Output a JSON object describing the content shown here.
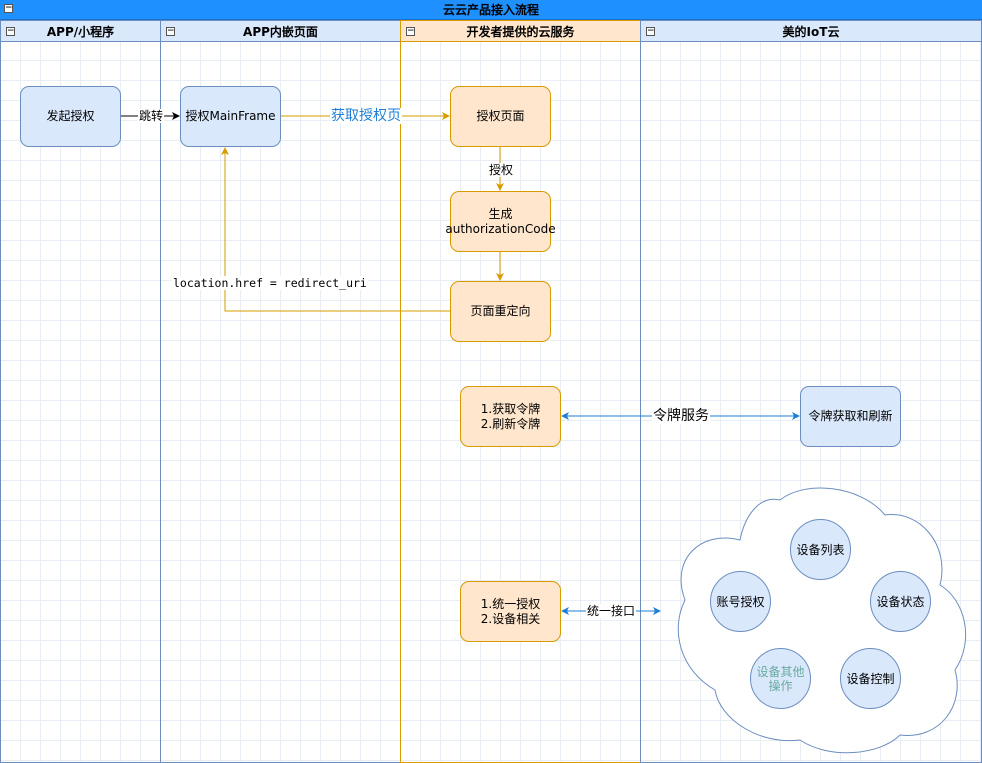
{
  "diagram": {
    "title": "云云产品接入流程",
    "lanes": [
      {
        "label": "APP/小程序"
      },
      {
        "label": "APP内嵌页面"
      },
      {
        "label": "开发者提供的云服务"
      },
      {
        "label": "美的IoT云"
      }
    ],
    "nodes": {
      "initiate_auth": "发起授权",
      "auth_mainframe": "授权MainFrame",
      "auth_page": "授权页面",
      "gen_code": "生成\nauthorizationCode",
      "page_redirect": "页面重定向",
      "token_ops": "1.获取令牌\n2.刷新令牌",
      "token_service": "令牌获取和刷新",
      "unified_ops": "1.统一授权\n2.设备相关"
    },
    "cloud_items": {
      "device_list": "设备列表",
      "account_auth": "账号授权",
      "device_status": "设备状态",
      "device_other": "设备其他\n操作",
      "device_control": "设备控制"
    },
    "edge_labels": {
      "jump": "跳转",
      "get_auth_page": "获取授权页",
      "authorize": "授权",
      "redirect_href": "location.href = redirect_uri",
      "token_service": "令牌服务",
      "unified_interface": "统一接口"
    },
    "colors": {
      "title_bar": "#1e90ff",
      "blue_fill": "#dae8fc",
      "blue_stroke": "#6c8ebf",
      "orange_fill": "#ffe6cc",
      "orange_stroke": "#d79b00",
      "link_blue": "#1e7fd6"
    }
  }
}
